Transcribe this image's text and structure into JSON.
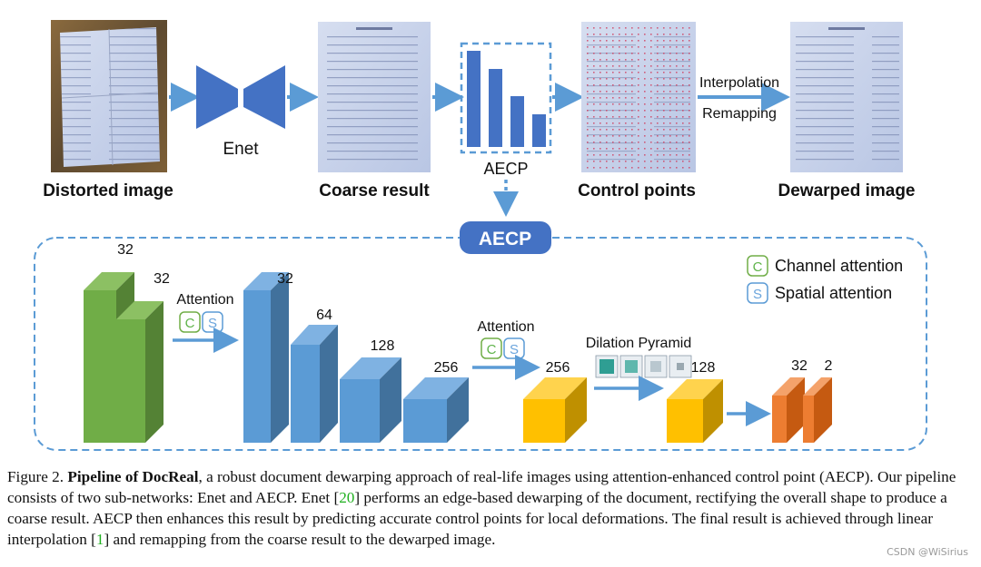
{
  "top_row": {
    "stages": [
      {
        "label": "Distorted image"
      },
      {
        "label": "Coarse result"
      },
      {
        "label": "Control points"
      },
      {
        "label": "Dewarped image"
      }
    ],
    "enet_label": "Enet",
    "aecp_label": "AECP",
    "interp_label": "Interpolation",
    "remap_label": "Remapping"
  },
  "aecp_panel": {
    "title": "AECP",
    "legend": [
      {
        "letter": "C",
        "text": "Channel attention",
        "color": "#5fb34a"
      },
      {
        "letter": "S",
        "text": "Spatial attention",
        "color": "#6aa4dc"
      }
    ],
    "attention_label": "Attention",
    "dilation_label": "Dilation Pyramid",
    "layer_labels": {
      "g1": "32",
      "g2": "32",
      "b1": "32",
      "b2": "64",
      "b3": "128",
      "b4": "256",
      "y1": "256",
      "y2": "128",
      "o1": "32",
      "o2": "2"
    },
    "colors": {
      "green": "#70ad47",
      "blue": "#5b9bd5",
      "yellow": "#ffc000",
      "orange": "#ed7d31",
      "arrow": "#5b9bd5"
    }
  },
  "caption": {
    "fig": "Figure 2.",
    "title": "Pipeline of DocReal",
    "t1": ", a robust document dewarping approach of real-life images using attention-enhanced control point (AECP). Our pipeline consists of two sub-networks: Enet and AECP. Enet [",
    "ref1": "20",
    "t2": "] performs an edge-based dewarping of the document, rectifying the overall shape to produce a coarse result. AECP then enhances this result by predicting accurate control points for local deformations. The final result is achieved through linear interpolation [",
    "ref2": "1",
    "t3": "] and remapping from the coarse result to the dewarped image."
  },
  "watermark": "CSDN @WiSirius"
}
